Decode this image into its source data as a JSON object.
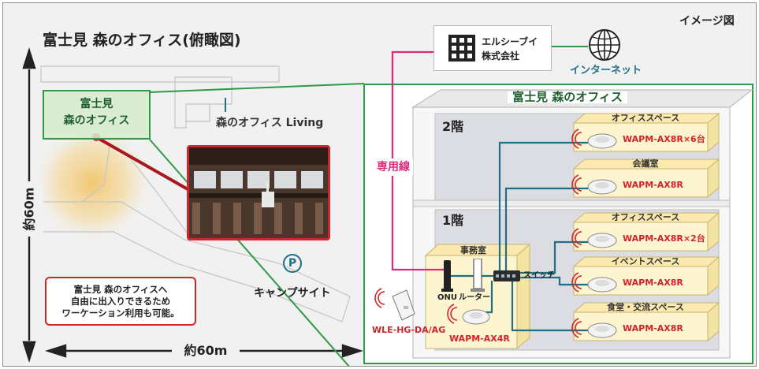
{
  "header": {
    "title": "富士見 森のオフィス(俯瞰図)",
    "image_label": "イメージ図"
  },
  "map": {
    "office_label_line1": "富士見",
    "office_label_line2": "森のオフィス",
    "living_label": "森のオフィス Living",
    "parking_symbol": "P",
    "camp_label": "キャンプサイト",
    "height_label": "約60m",
    "width_label": "約60m",
    "note_lines": [
      "富士見 森のオフィスへ",
      "自由に出入りできるため",
      "ワーケーション利用も可能。"
    ]
  },
  "network": {
    "company_line1": "エルシーブイ",
    "company_line2": "株式会社",
    "internet_label": "インターネット",
    "dedicated_line_label": "専用線",
    "building_title": "富士見 森のオフィス",
    "floor2_label": "2階",
    "floor1_label": "1階",
    "office_room_label": "事務室",
    "onu_label": "ONU",
    "router_label": "ルーター",
    "switch_label": "スイッチ",
    "extender_label": "WLE-HG-DA/AG",
    "office_ap_label": "WAPM-AX4R",
    "rooms": [
      {
        "name": "オフィススペース",
        "device": "WAPM-AX8R×6台"
      },
      {
        "name": "会議室",
        "device": "WAPM-AX8R"
      },
      {
        "name": "オフィススペース",
        "device": "WAPM-AX8R×2台"
      },
      {
        "name": "イベントスペース",
        "device": "WAPM-AX8R"
      },
      {
        "name": "食堂・交流スペース",
        "device": "WAPM-AX8R"
      }
    ]
  },
  "colors": {
    "green": "#2e9a48",
    "magenta": "#e0287a",
    "teal": "#1f6f86",
    "red": "#c8282e",
    "accent_text": "#d2232a"
  }
}
